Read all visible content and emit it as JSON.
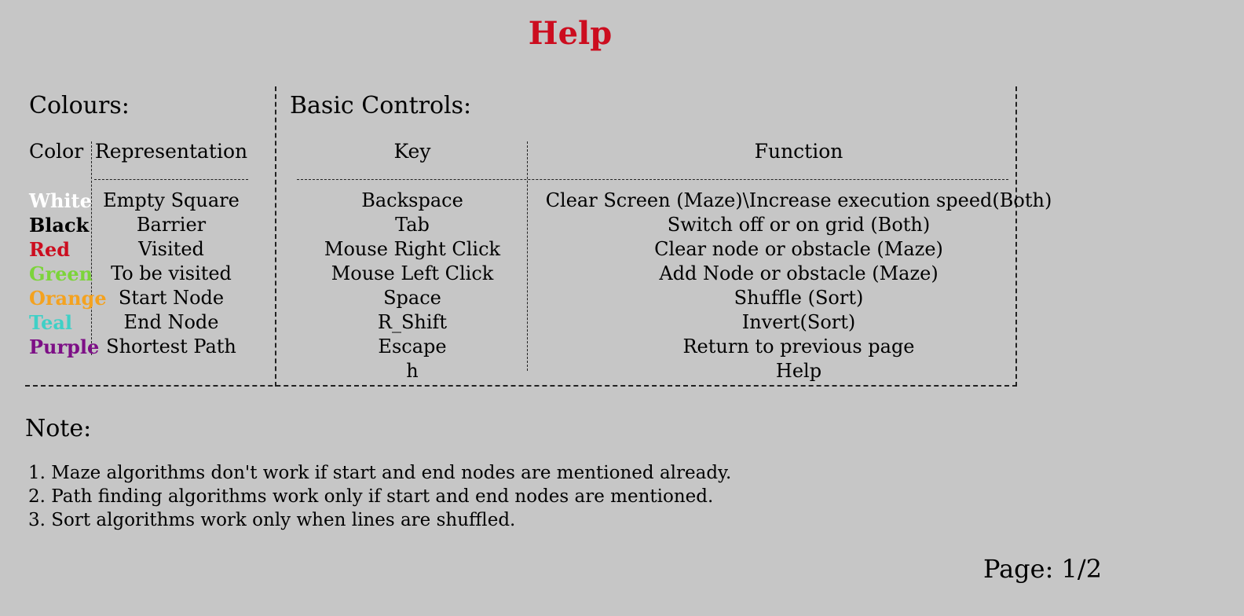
{
  "header": {
    "title": "Help",
    "title_color": "#cc0d1f"
  },
  "colours_section": {
    "title": "Colours:",
    "col_color": "Color",
    "col_representation": "Representation",
    "rows": [
      {
        "color_name": "White",
        "color_hex": "#ffffff",
        "representation": "Empty Square"
      },
      {
        "color_name": "Black",
        "color_hex": "#000000",
        "representation": "Barrier"
      },
      {
        "color_name": "Red",
        "color_hex": "#cc0d1f",
        "representation": "Visited"
      },
      {
        "color_name": "Green",
        "color_hex": "#7cd43a",
        "representation": "To be visited"
      },
      {
        "color_name": "Orange",
        "color_hex": "#f4a21f",
        "representation": "Start Node"
      },
      {
        "color_name": "Teal",
        "color_hex": "#3fd0c6",
        "representation": "End Node"
      },
      {
        "color_name": "Purple",
        "color_hex": "#7d0f86",
        "representation": "Shortest Path"
      }
    ]
  },
  "controls_section": {
    "title": "Basic Controls:",
    "col_key": "Key",
    "col_function": "Function",
    "rows": [
      {
        "key": "Backspace",
        "function": "Clear Screen (Maze)\\Increase execution speed(Both)"
      },
      {
        "key": "Tab",
        "function": "Switch off or on grid (Both)"
      },
      {
        "key": "Mouse Right Click",
        "function": "Clear node or obstacle (Maze)"
      },
      {
        "key": "Mouse Left Click",
        "function": "Add Node or obstacle (Maze)"
      },
      {
        "key": "Space",
        "function": "Shuffle (Sort)"
      },
      {
        "key": "R_Shift",
        "function": "Invert(Sort)"
      },
      {
        "key": "Escape",
        "function": "Return to previous page"
      },
      {
        "key": "h",
        "function": "Help"
      }
    ]
  },
  "notes_section": {
    "title": "Note:",
    "items": [
      " 1. Maze algorithms don't work if start and end nodes are mentioned already.",
      "2. Path finding algorithms work only if start and end nodes are mentioned.",
      "3. Sort algorithms work only when lines are shuffled."
    ]
  },
  "footer": {
    "page_label": "Page: 1/2"
  }
}
